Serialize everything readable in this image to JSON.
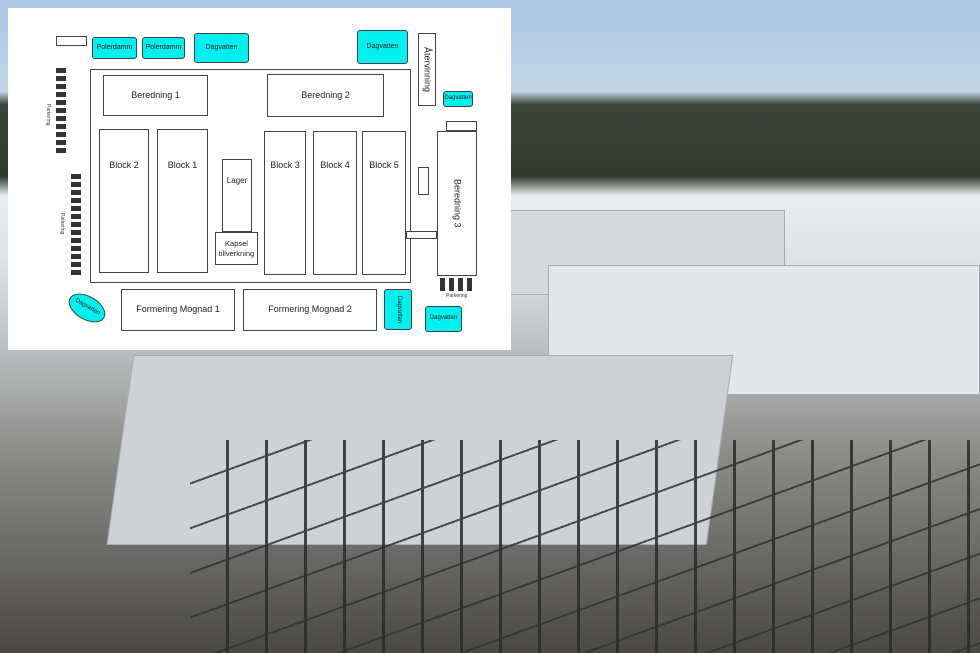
{
  "site_plan": {
    "ponds": [
      "Polerdamm",
      "Polerdamm"
    ],
    "stormwater": "Dagvatten",
    "recycling": "Återvinning",
    "preparation": [
      "Beredning 1",
      "Beredning 2",
      "Beredning 3"
    ],
    "blocks": [
      "Block 2",
      "Block 1",
      "Block 3",
      "Block 4",
      "Block 5"
    ],
    "storage": "Lager",
    "capsule": "Kapsel tillverkning",
    "formation": [
      "Formering Mognad 1",
      "Formering Mognad 2"
    ],
    "parking": "Parkering"
  },
  "colors": {
    "water": "#00f0f0"
  }
}
